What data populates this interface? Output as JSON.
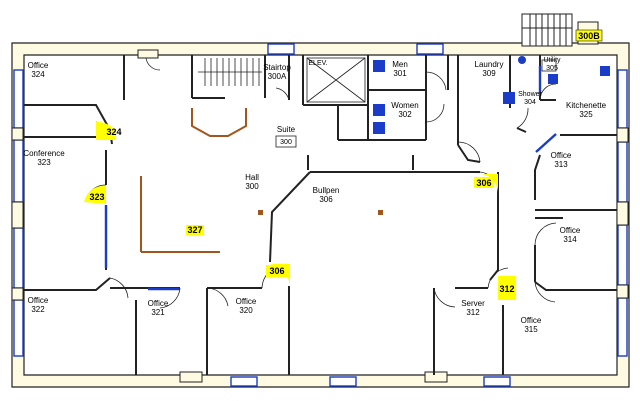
{
  "rooms": {
    "office_324": {
      "name": "Office",
      "number": "324"
    },
    "stairtop_300a": {
      "name": "Stairtop",
      "number": "300A"
    },
    "elevator": {
      "name": "ELEV."
    },
    "men_301": {
      "name": "Men",
      "number": "301"
    },
    "women_302": {
      "name": "Women",
      "number": "302"
    },
    "laundry_309": {
      "name": "Laundry",
      "number": "309"
    },
    "utility_305": {
      "name": "Utility",
      "number": "305"
    },
    "shower_304": {
      "name": "Shower",
      "number": "304"
    },
    "kitchenette_325": {
      "name": "Kitchenette",
      "number": "325"
    },
    "suite_300": {
      "name": "Suite",
      "number": "300"
    },
    "conference_323": {
      "name": "Conference",
      "number": "323"
    },
    "hall_300": {
      "name": "Hall",
      "number": "300"
    },
    "bullpen_306": {
      "name": "Bullpen",
      "number": "306"
    },
    "office_313": {
      "name": "Office",
      "number": "313"
    },
    "office_314": {
      "name": "Office",
      "number": "314"
    },
    "office_322": {
      "name": "Office",
      "number": "322"
    },
    "office_321": {
      "name": "Office",
      "number": "321"
    },
    "office_320": {
      "name": "Office",
      "number": "320"
    },
    "server_312": {
      "name": "Server",
      "number": "312"
    },
    "office_315": {
      "name": "Office",
      "number": "315"
    }
  },
  "highlights": {
    "t300b": "300B",
    "t324": "324",
    "t323": "323",
    "t327": "327",
    "t306a": "306",
    "t306b": "306",
    "t312": "312"
  },
  "colors": {
    "wall_fill": "#fffbe3",
    "wall_stroke": "#222222",
    "window": "#1a3cc8",
    "highlight": "#ffff00",
    "cabinet": "#a0561c"
  }
}
